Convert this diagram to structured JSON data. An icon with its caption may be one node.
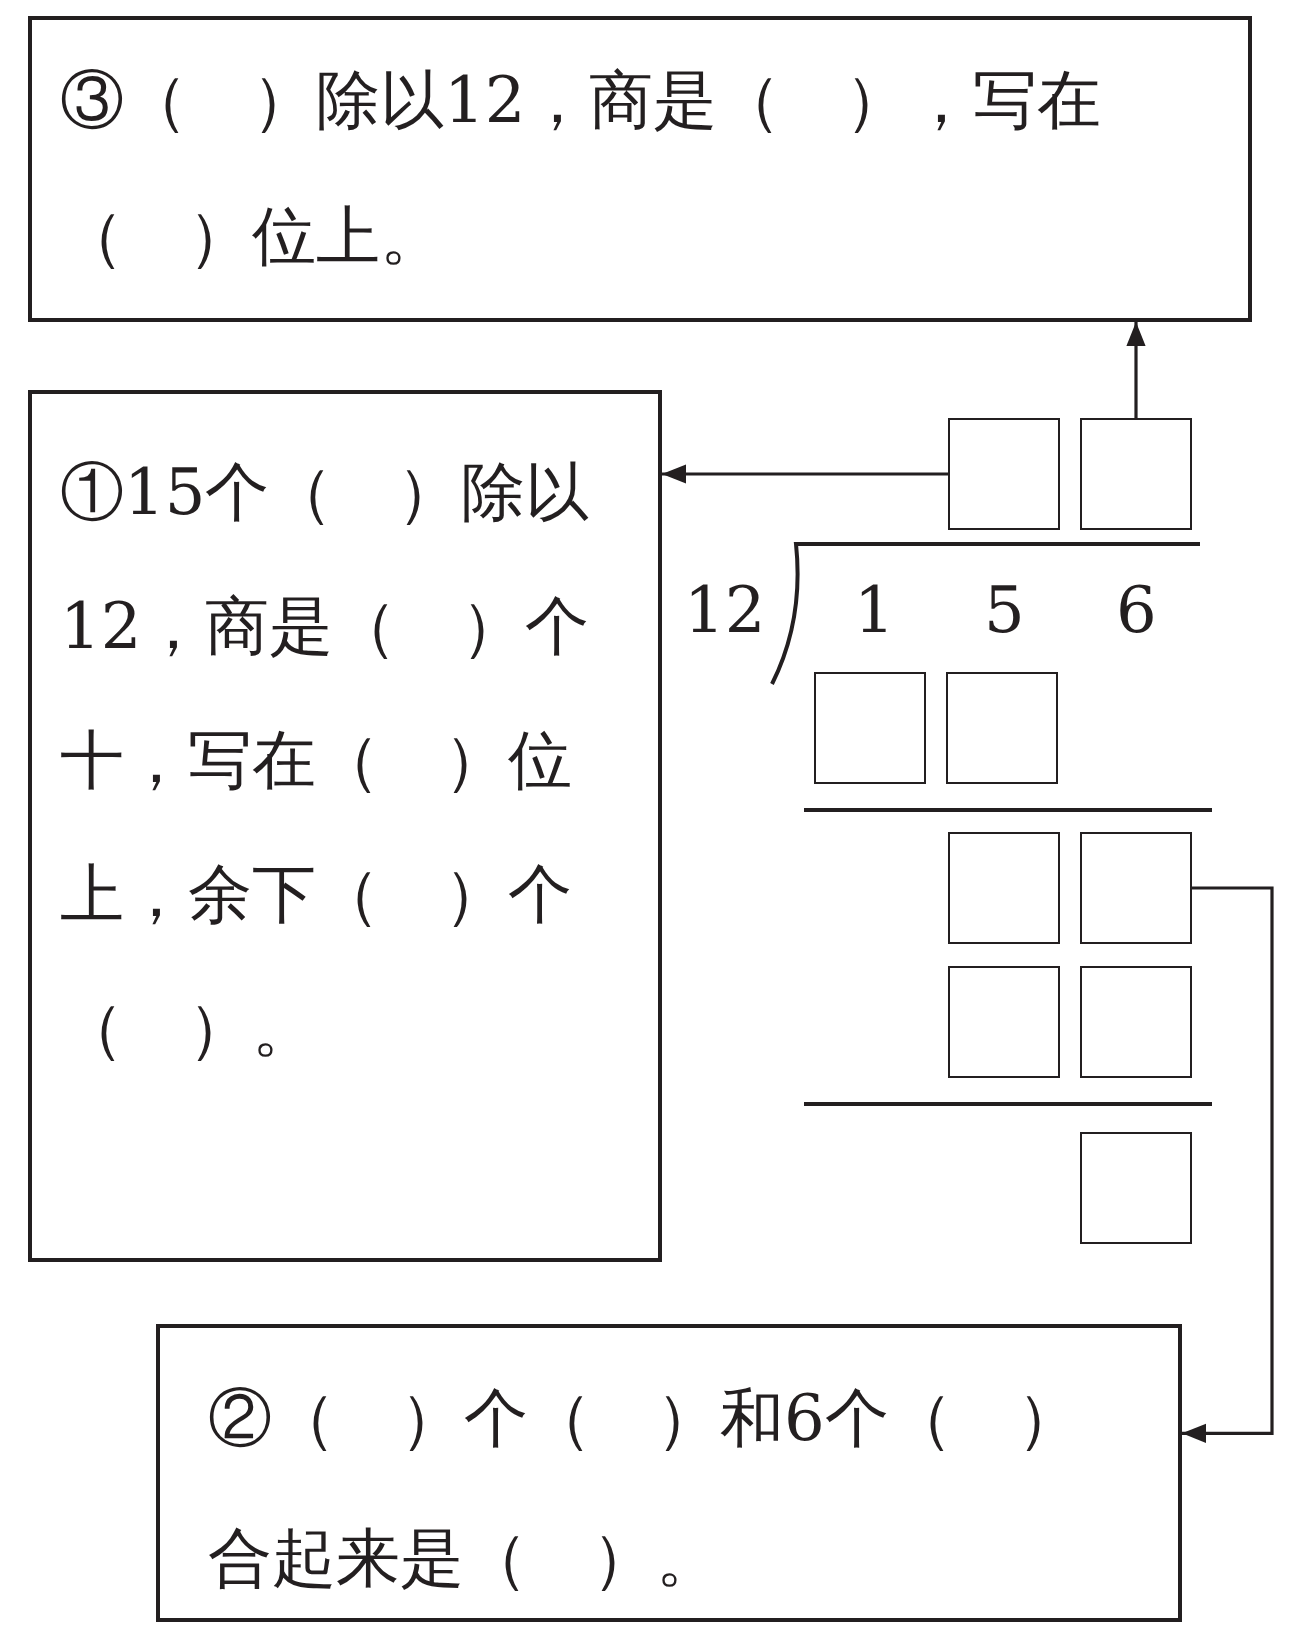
{
  "diagram": {
    "nodes": [
      {
        "text": [
          "③（　）除以12，商是（　），写在（　）位上。"
        ]
      },
      {
        "text": [
          "①15个（　）除以12，商是（　）个十，写在（　）位上，余下（　）个（　）。"
        ]
      },
      {
        "text": [],
        "shape": "box"
      },
      {
        "text": [],
        "shape": "box"
      },
      {
        "text": [],
        "shape": "box"
      },
      {
        "text": [],
        "shape": "box"
      },
      {
        "text": [],
        "shape": "box"
      },
      {
        "text": [],
        "shape": "box"
      },
      {
        "text": [],
        "shape": "box"
      },
      {
        "text": [],
        "shape": "box"
      },
      {
        "text": [],
        "shape": "box"
      },
      {
        "text": [
          "②（　）个（　）和6个（　）合起来是（　）。"
        ]
      }
    ],
    "edges": [
      {
        "from": 2,
        "to": 1,
        "arrow": "to"
      },
      {
        "from": 3,
        "to": 0,
        "arrow": "to"
      },
      {
        "from": 7,
        "to": 11,
        "arrow": "to"
      }
    ],
    "labels": [
      "12",
      "1",
      "5",
      "6"
    ]
  }
}
